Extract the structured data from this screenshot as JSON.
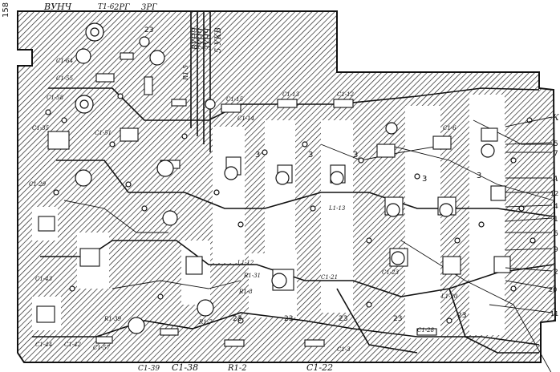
{
  "diagram": {
    "page_marker": "158",
    "top_labels": [
      "ВУНЧ",
      "Т1-6",
      "2РГ",
      "3РГ",
      "23"
    ],
    "vertical_labels": [
      "ВУНЧ",
      "2УНЧ",
      "3УНЧ",
      "5 УКВ",
      "R1-5"
    ],
    "right_labels": [
      "К",
      "5",
      "7",
      "А",
      "12",
      "4",
      "1",
      "6",
      "9",
      "2",
      "20",
      "11"
    ],
    "bottom_labels": [
      "С1-39",
      "С1-38",
      "R1-2",
      "С1-22"
    ],
    "component_labels": [
      "С1-64",
      "С1-55",
      "С1-58",
      "С1-35",
      "С1-51",
      "С1-29",
      "С1-43",
      "С1-44",
      "С1-42",
      "С1-57",
      "С1-15",
      "С1-13",
      "С1-12",
      "С1-14",
      "С1-6",
      "L1-12",
      "L1-13",
      "L1-20",
      "С1-28",
      "С1-23",
      "С1-21",
      "С1-3",
      "R1-7",
      "R1-39",
      "R1-8",
      "R1-31"
    ],
    "module_digits": [
      "3",
      "3",
      "3",
      "3",
      "3",
      "23",
      "23",
      "23",
      "23",
      "23"
    ]
  },
  "colors": {
    "ink": "#111111",
    "paper": "#ffffff"
  }
}
